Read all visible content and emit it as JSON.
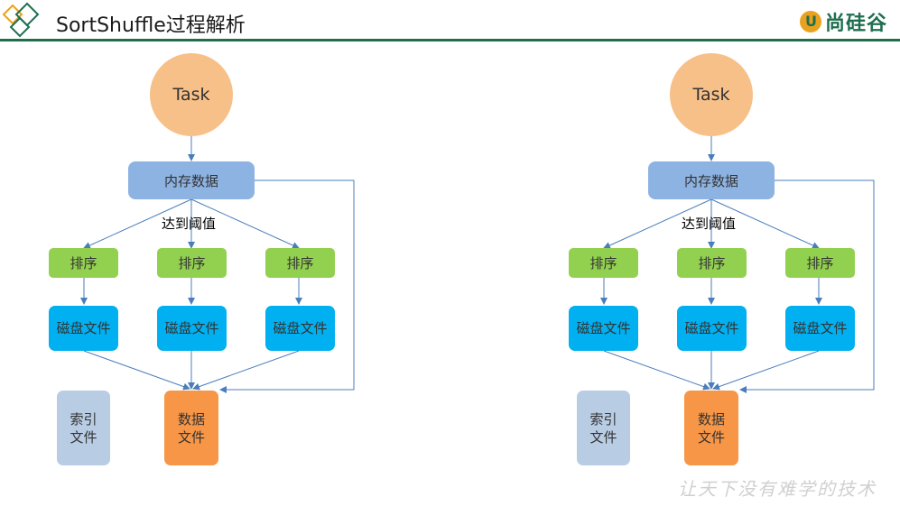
{
  "header": {
    "title": "SortShuffle过程解析",
    "brand": "尚硅谷"
  },
  "diagrams": [
    {
      "task": "Task",
      "memory": "内存数据",
      "threshold": "达到阈值",
      "sorts": [
        "排序",
        "排序",
        "排序"
      ],
      "disks": [
        "磁盘文件",
        "磁盘文件",
        "磁盘文件"
      ],
      "index_file": "索引文件",
      "data_file": "数据文件"
    },
    {
      "task": "Task",
      "memory": "内存数据",
      "threshold": "达到阈值",
      "sorts": [
        "排序",
        "排序",
        "排序"
      ],
      "disks": [
        "磁盘文件",
        "磁盘文件",
        "磁盘文件"
      ],
      "index_file": "索引文件",
      "data_file": "数据文件"
    }
  ],
  "watermark": "让天下没有难学的技术",
  "colors": {
    "header_line": "#1f6f4f",
    "task": "#f8c089",
    "memory": "#8db3e2",
    "sort": "#92d050",
    "disk": "#00b0f0",
    "index": "#b8cce4",
    "data": "#f79646",
    "arrow": "#4a7ebb"
  }
}
